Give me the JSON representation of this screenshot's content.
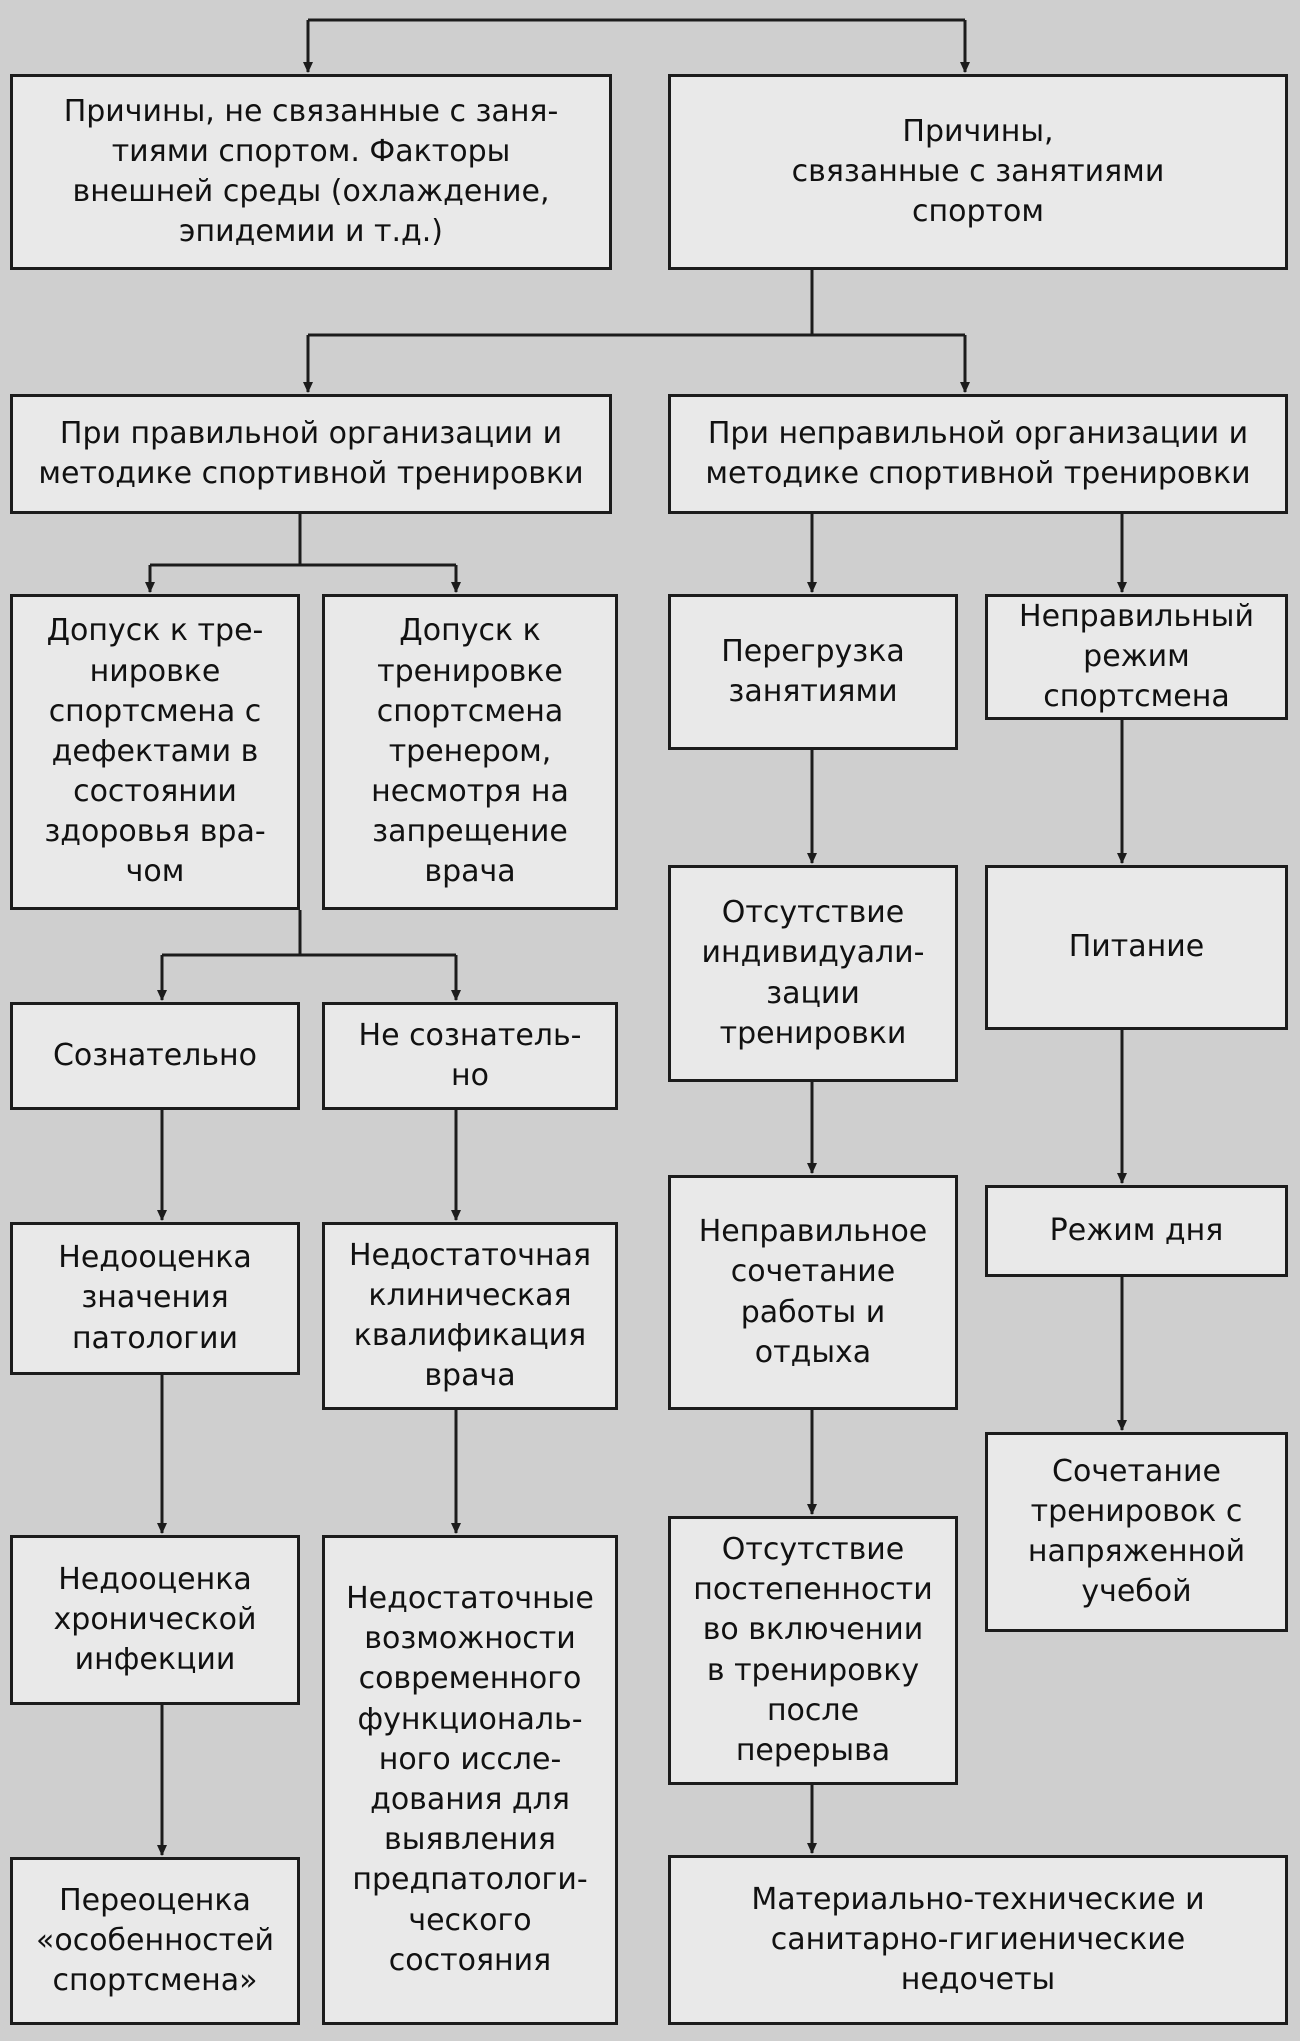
{
  "nodes": [
    {
      "id": "n1",
      "text": "Причины, не связанные с заня-\nтиями спортом. Факторы\nвнешней среды (охлаждение,\nэпидемии и т.д.)"
    },
    {
      "id": "n2",
      "text": "Причины,\nсвязанные с занятиями\nспортом"
    },
    {
      "id": "n3",
      "text": "При правильной организации и\nметодике спортивной тренировки"
    },
    {
      "id": "n4",
      "text": "При неправильной организации и\nметодике спортивной тренировки"
    },
    {
      "id": "n5",
      "text": "Допуск к тре-\nнировке\nспортсмена с\nдефектами в\nсостоянии\nздоровья вра-\nчом"
    },
    {
      "id": "n6",
      "text": "Допуск к\nтренировке\nспортсмена\nтренером,\nнесмотря на\nзапрещение\nврача"
    },
    {
      "id": "n7",
      "text": "Перегрузка\nзанятиями"
    },
    {
      "id": "n8",
      "text": "Неправильный\nрежим\nспортсмена"
    },
    {
      "id": "n9",
      "text": "Отсутствие\nиндивидуали-\nзации\nтренировки"
    },
    {
      "id": "n10",
      "text": "Питание"
    },
    {
      "id": "n11",
      "text": "Сознательно"
    },
    {
      "id": "n12",
      "text": "Не сознатель-\nно"
    },
    {
      "id": "n13",
      "text": "Недооценка\nзначения\nпатологии"
    },
    {
      "id": "n14",
      "text": "Недостаточная\nклиническая\nквалификация\nврача"
    },
    {
      "id": "n15",
      "text": "Неправильное\nсочетание\nработы и\nотдыха"
    },
    {
      "id": "n16",
      "text": "Режим дня"
    },
    {
      "id": "n17",
      "text": "Сочетание\nтренировок с\nнапряженной\nучебой"
    },
    {
      "id": "n18",
      "text": "Недооценка\nхронической\nинфекции"
    },
    {
      "id": "n19",
      "text": "Недостаточные\nвозможности\nсовременного\nфункциональ-\nного иссле-\nдования для\nвыявления\nпредпатологи-\nческого\nсостояния"
    },
    {
      "id": "n20",
      "text": "Отсутствие\nпостепенности\nво включении\nв тренировку\nпосле\nперерыва"
    },
    {
      "id": "n21",
      "text": "Переоценка\n«особенностей\nспортсмена»"
    },
    {
      "id": "n22",
      "text": "Материально-технические и\nсанитарно-гигиенические\nнедочеты"
    }
  ],
  "colors": {
    "line": "#1c1c1c",
    "box_fill": "#e9e9e9",
    "background": "#cfcfcf"
  }
}
